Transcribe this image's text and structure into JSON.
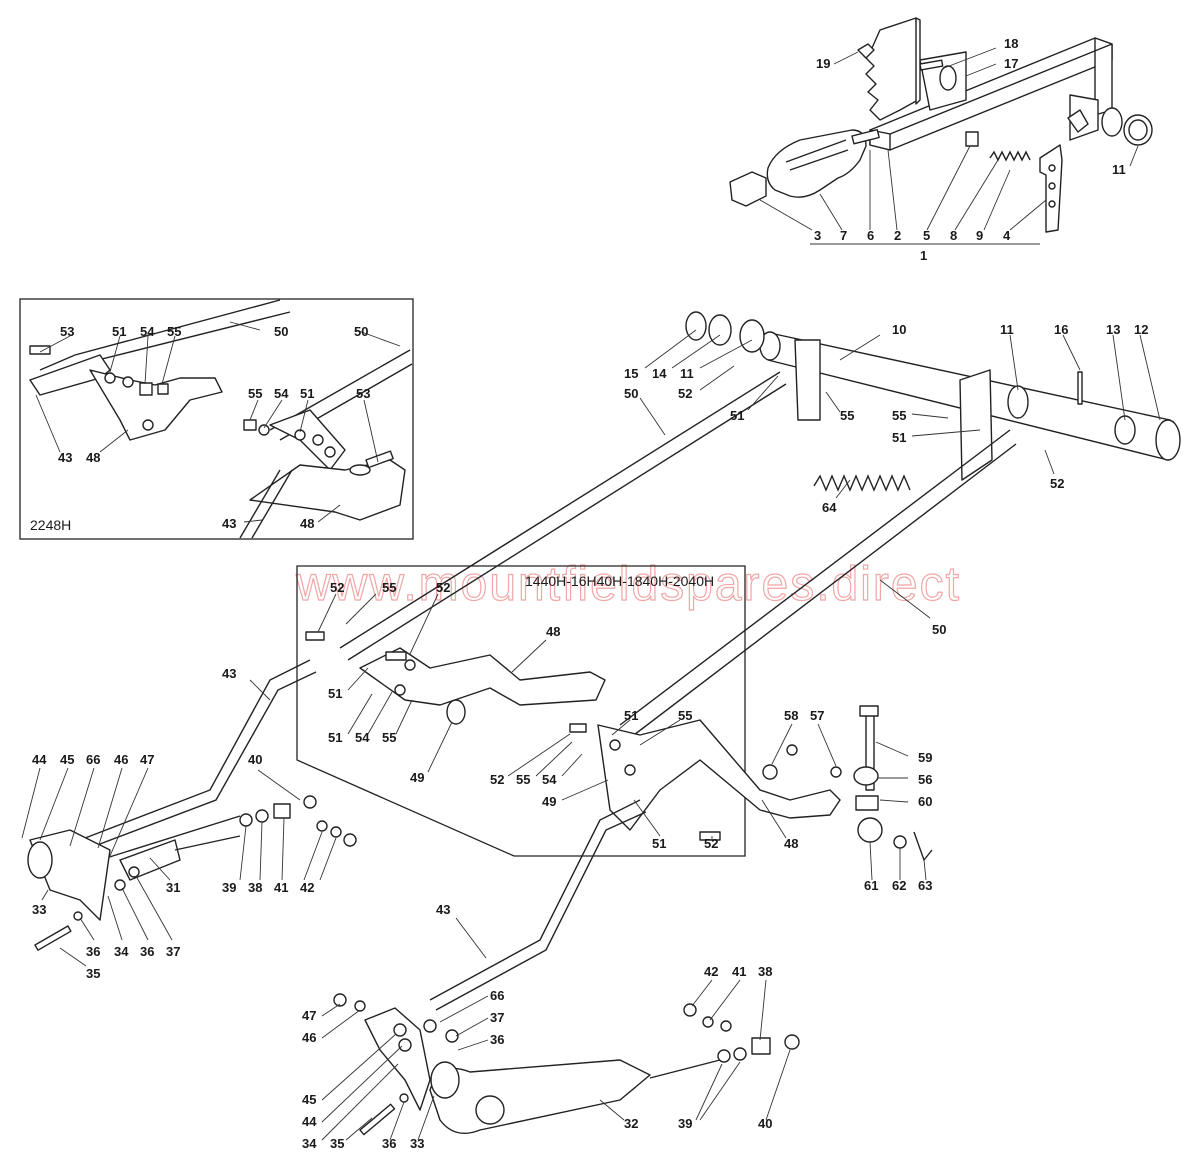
{
  "inset_left": {
    "label": "2248H"
  },
  "inset_center": {
    "label": "1440H-16H40H-1840H-2040H"
  },
  "watermark": "www.mountfieldspares.direct",
  "callouts": {
    "c19": "19",
    "c18": "18",
    "c17": "17",
    "c11a": "11",
    "c3": "3",
    "c7": "7",
    "c6": "6",
    "c2": "2",
    "c5": "5",
    "c8": "8",
    "c9": "9",
    "c4": "4",
    "c1": "1",
    "c15": "15",
    "c14": "14",
    "c11b": "11",
    "c52a": "52",
    "c50a": "50",
    "c51a": "51",
    "c55a": "55",
    "c10": "10",
    "c11c": "11",
    "c16": "16",
    "c13": "13",
    "c12": "12",
    "c55b": "55",
    "c51b": "51",
    "c52b": "52",
    "c64": "64",
    "c50b": "50",
    "i53a": "53",
    "i51a": "51",
    "i54a": "54",
    "i55a": "55",
    "i50a": "50",
    "i50b": "50",
    "i55b": "55",
    "i54b": "54",
    "i51b": "51",
    "i53b": "53",
    "i43a": "43",
    "i48a": "48",
    "i43b": "43",
    "i48b": "48",
    "m52a": "52",
    "m55a": "55",
    "m52b": "52",
    "m48a": "48",
    "m51a": "51",
    "m51b": "51",
    "m54a": "54",
    "m55b": "55",
    "m49a": "49",
    "m51c": "51",
    "m55c": "55",
    "m52c": "52",
    "m55d": "55",
    "m54b": "54",
    "m49b": "49",
    "m51d": "51",
    "m52d": "52",
    "c43a": "43",
    "c44a": "44",
    "c45a": "45",
    "c66a": "66",
    "c46a": "46",
    "c47a": "47",
    "c40a": "40",
    "c33a": "33",
    "c36a": "36",
    "c34a": "34",
    "c36b": "36",
    "c37a": "37",
    "c31": "31",
    "c39a": "39",
    "c38a": "38",
    "c41a": "41",
    "c42a": "42",
    "c35a": "35",
    "c58": "58",
    "c57": "57",
    "c59": "59",
    "c56": "56",
    "c60": "60",
    "c48c": "48",
    "c61": "61",
    "c62": "62",
    "c63": "63",
    "c43b": "43",
    "c66b": "66",
    "c37b": "37",
    "c36c": "36",
    "c47b": "47",
    "c46b": "46",
    "c42b": "42",
    "c41b": "41",
    "c38b": "38",
    "c45b": "45",
    "c44b": "44",
    "c34b": "34",
    "c35b": "35",
    "c36d": "36",
    "c33b": "33",
    "c32": "32",
    "c39b": "39",
    "c40b": "40"
  }
}
